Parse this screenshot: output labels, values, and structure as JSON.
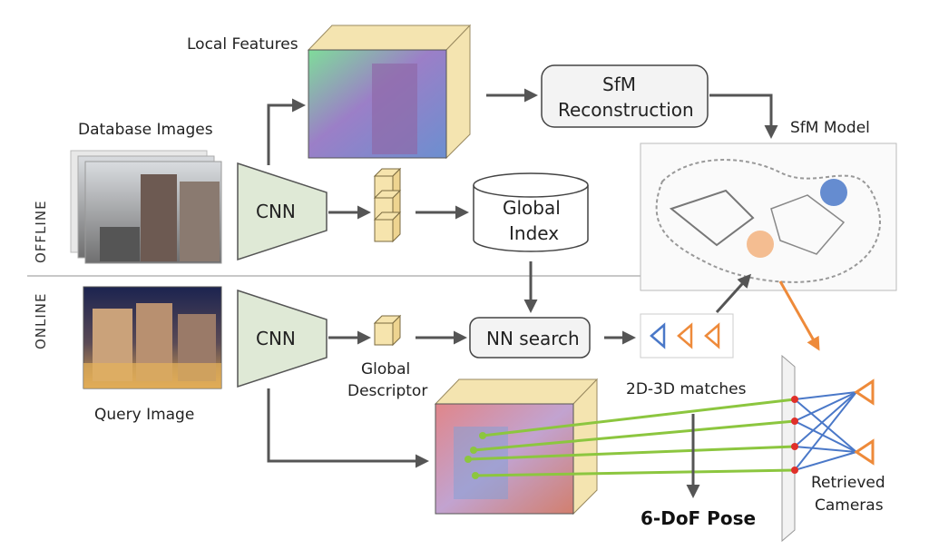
{
  "labels": {
    "local_features": "Local Features",
    "database_images": "Database Images",
    "offline": "OFFLINE",
    "online": "ONLINE",
    "cnn_offline": "CNN",
    "cnn_online": "CNN",
    "sfm_reconstruction_line1": "SfM",
    "sfm_reconstruction_line2": "Reconstruction",
    "sfm_model": "SfM Model",
    "global_index_line1": "Global",
    "global_index_line2": "Index",
    "nn_search": "NN search",
    "global_descriptor_line1": "Global",
    "global_descriptor_line2": "Descriptor",
    "query_image": "Query Image",
    "matches": "2D-3D matches",
    "pose": "6-DoF Pose",
    "retrieved_cameras_line1": "Retrieved",
    "retrieved_cameras_line2": "Cameras"
  },
  "colors": {
    "cnn_fill": "#dfe9d6",
    "descriptor_fill": "#f6e4ad",
    "arrow": "#555555",
    "camera_blue": "#4a78c8",
    "camera_orange": "#ee8a3a",
    "match_line": "#8cc63f",
    "keypoint": "#e0302a"
  }
}
